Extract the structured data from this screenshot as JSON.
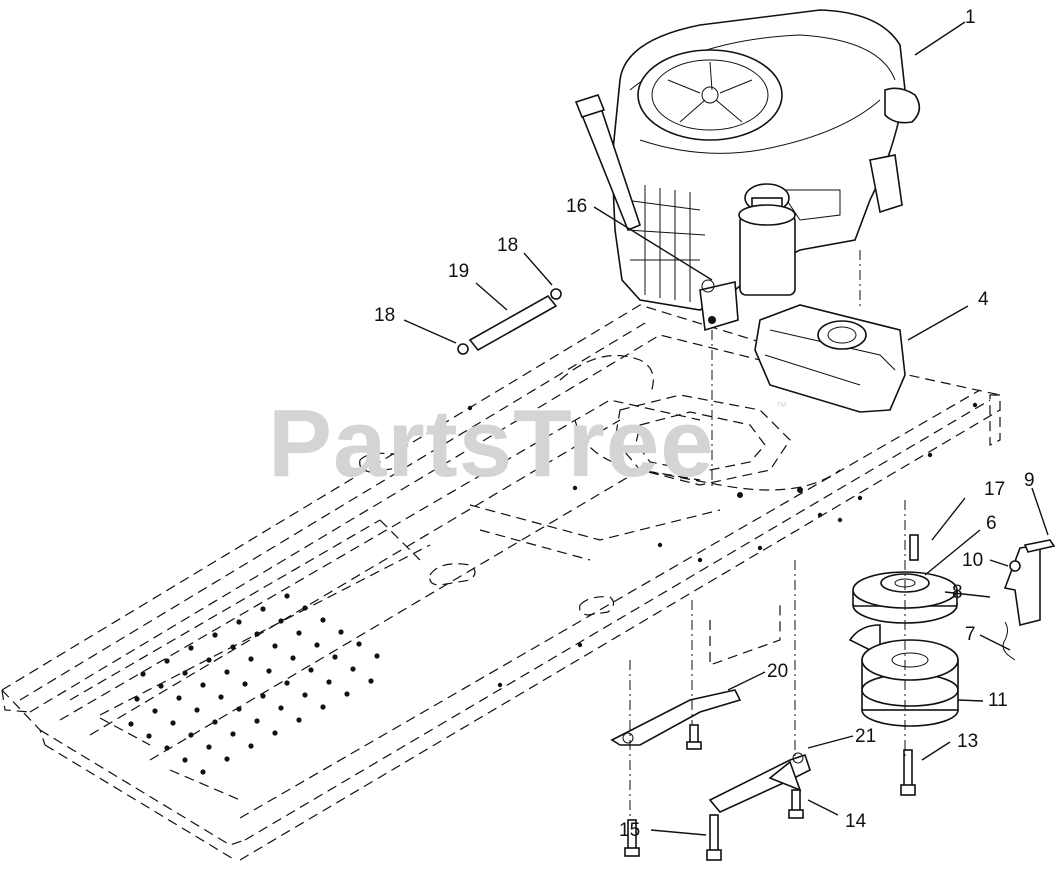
{
  "watermark": {
    "text": "PartsTree",
    "trademark": "™"
  },
  "callouts": [
    "1",
    "4",
    "6",
    "7",
    "8",
    "9",
    "10",
    "11",
    "13",
    "14",
    "15",
    "16",
    "17",
    "18",
    "18",
    "19",
    "20",
    "21"
  ],
  "colors": {
    "line": "#111111",
    "watermark": "#d4d4d4",
    "background": "#ffffff"
  }
}
